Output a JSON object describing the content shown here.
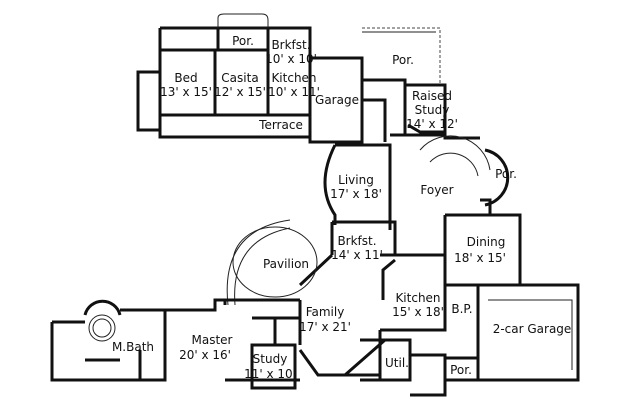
{
  "plan": {
    "rooms": [
      {
        "id": "por-casita",
        "name": "Por.",
        "dim": ""
      },
      {
        "id": "brkfst-casita",
        "name": "Brkfst.",
        "dim": "10' x 10'"
      },
      {
        "id": "bed",
        "name": "Bed",
        "dim": "13' x 15'"
      },
      {
        "id": "casita",
        "name": "Casita",
        "dim": "12' x 15'"
      },
      {
        "id": "kitchen-casita",
        "name": "Kitchen",
        "dim": "10' x 11'"
      },
      {
        "id": "garage",
        "name": "Garage",
        "dim": ""
      },
      {
        "id": "por-top",
        "name": "Por.",
        "dim": ""
      },
      {
        "id": "raised-study",
        "name": "Raised",
        "dim": "Study",
        "dim2": "14' x 12'"
      },
      {
        "id": "terrace",
        "name": "Terrace",
        "dim": ""
      },
      {
        "id": "living",
        "name": "Living",
        "dim": "17' x 18'"
      },
      {
        "id": "foyer",
        "name": "Foyer",
        "dim": ""
      },
      {
        "id": "por-round",
        "name": "Por.",
        "dim": ""
      },
      {
        "id": "brkfst",
        "name": "Brkfst.",
        "dim": "14' x 11'"
      },
      {
        "id": "dining",
        "name": "Dining",
        "dim": "18' x 15'"
      },
      {
        "id": "pavilion",
        "name": "Pavilion",
        "dim": ""
      },
      {
        "id": "kitchen",
        "name": "Kitchen",
        "dim": "15' x 18'"
      },
      {
        "id": "bp",
        "name": "B.P.",
        "dim": ""
      },
      {
        "id": "garage-2car",
        "name": "2-car Garage",
        "dim": ""
      },
      {
        "id": "family",
        "name": "Family",
        "dim": "17' x 21'"
      },
      {
        "id": "master",
        "name": "Master",
        "dim": "20' x 16'"
      },
      {
        "id": "mbath",
        "name": "M.Bath",
        "dim": ""
      },
      {
        "id": "study",
        "name": "Study",
        "dim": "11' x 10'"
      },
      {
        "id": "util",
        "name": "Util.",
        "dim": ""
      },
      {
        "id": "por-garage",
        "name": "Por.",
        "dim": ""
      }
    ]
  }
}
